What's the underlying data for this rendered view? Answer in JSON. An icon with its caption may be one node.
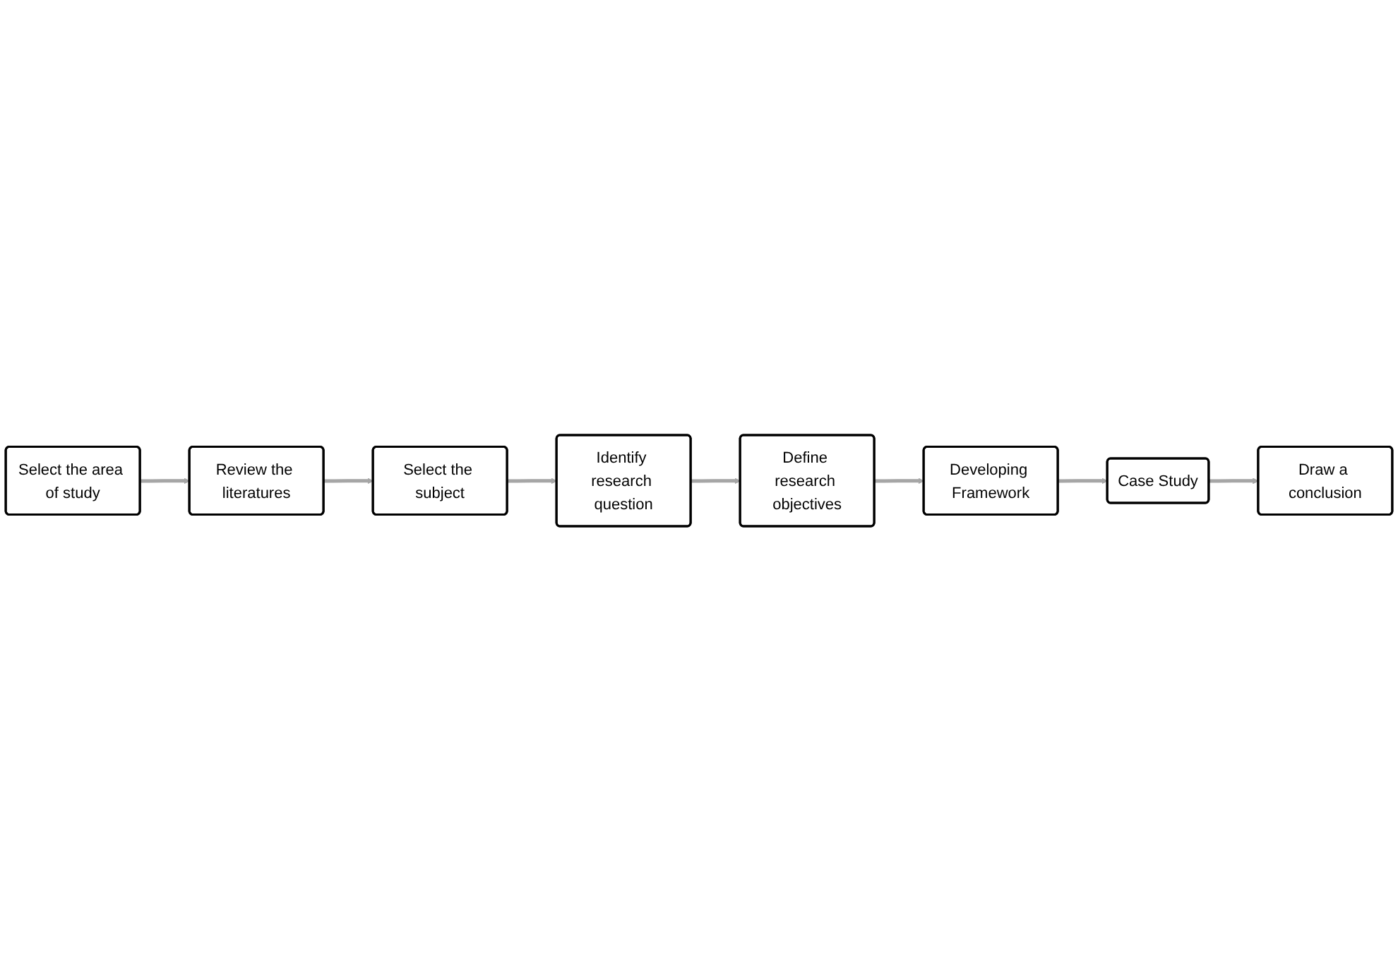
{
  "diagram": {
    "nodes": [
      {
        "text": [
          "Select the area of study"
        ]
      },
      {
        "text": [
          "Review the literatures"
        ]
      },
      {
        "text": [
          "Select the subject"
        ]
      },
      {
        "text": [
          "Identify research question"
        ]
      },
      {
        "text": [
          "Define research objectives"
        ]
      },
      {
        "text": [
          "Developing Framework"
        ]
      },
      {
        "text": [
          "Case Study"
        ]
      },
      {
        "text": [
          "Draw a conclusion"
        ]
      }
    ],
    "edges": [
      {
        "from": 0,
        "to": 1,
        "arrow": "to"
      },
      {
        "from": 1,
        "to": 2,
        "arrow": "to"
      },
      {
        "from": 2,
        "to": 3,
        "arrow": "to"
      },
      {
        "from": 3,
        "to": 4,
        "arrow": "to"
      },
      {
        "from": 4,
        "to": 5,
        "arrow": "to"
      },
      {
        "from": 5,
        "to": 6,
        "arrow": "to"
      },
      {
        "from": 6,
        "to": 7,
        "arrow": "to"
      }
    ]
  }
}
